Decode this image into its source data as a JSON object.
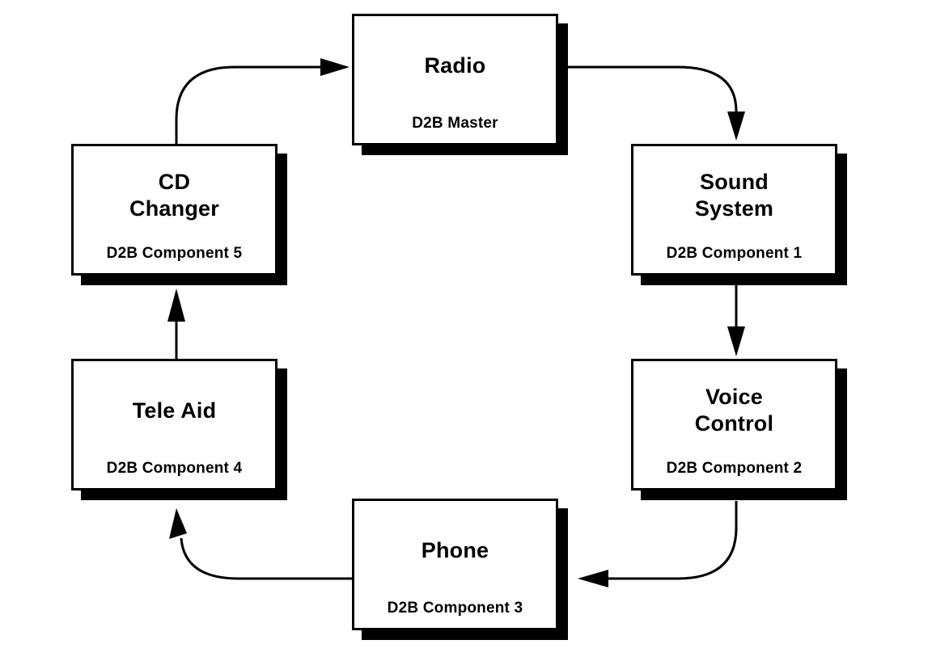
{
  "diagram": {
    "description": "D2B ring network diagram",
    "colors": {
      "background": "#ffffff",
      "node_fill": "#ffffff",
      "node_border": "#000000",
      "node_shadow": "#000000",
      "arrow": "#000000",
      "text": "#000000"
    },
    "nodes": [
      {
        "id": "radio",
        "title": "Radio",
        "subtitle": "D2B Master"
      },
      {
        "id": "sound-system",
        "title": "Sound\nSystem",
        "subtitle": "D2B Component 1"
      },
      {
        "id": "voice-control",
        "title": "Voice\nControl",
        "subtitle": "D2B Component 2"
      },
      {
        "id": "phone",
        "title": "Phone",
        "subtitle": "D2B Component 3"
      },
      {
        "id": "tele-aid",
        "title": "Tele Aid",
        "subtitle": "D2B Component 4"
      },
      {
        "id": "cd-changer",
        "title": "CD\nChanger",
        "subtitle": "D2B Component 5"
      }
    ],
    "edges": [
      {
        "from": "cd-changer",
        "to": "radio"
      },
      {
        "from": "radio",
        "to": "sound-system"
      },
      {
        "from": "sound-system",
        "to": "voice-control"
      },
      {
        "from": "voice-control",
        "to": "phone"
      },
      {
        "from": "phone",
        "to": "tele-aid"
      },
      {
        "from": "tele-aid",
        "to": "cd-changer"
      }
    ]
  }
}
